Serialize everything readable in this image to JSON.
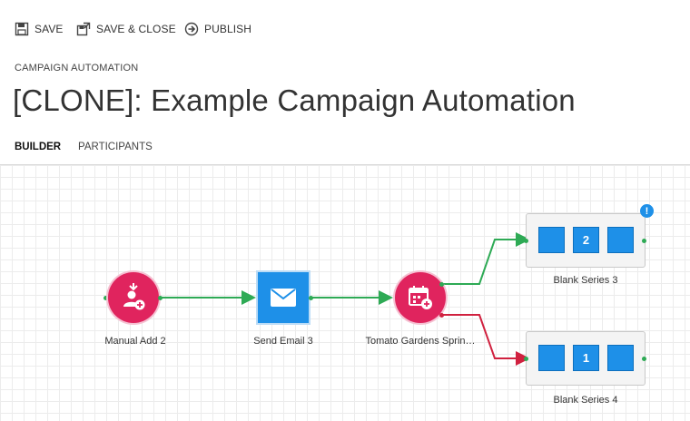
{
  "toolbar": {
    "save_label": "SAVE",
    "save_close_label": "SAVE & CLOSE",
    "publish_label": "PUBLISH"
  },
  "breadcrumb": "CAMPAIGN AUTOMATION",
  "page_title": "[CLONE]: Example Campaign Automation",
  "tabs": [
    {
      "label": "BUILDER",
      "active": true
    },
    {
      "label": "PARTICIPANTS",
      "active": false
    }
  ],
  "colors": {
    "success_wire": "#2eaa55",
    "failure_wire": "#d0213f",
    "trigger_node": "#e0245e",
    "action_node": "#1e90e8"
  },
  "nodes": {
    "manual_add": {
      "label": "Manual Add 2",
      "icon": "user-add-icon"
    },
    "send_email": {
      "label": "Send Email 3",
      "icon": "envelope-icon"
    },
    "tomato": {
      "label": "Tomato Gardens Sprin…",
      "icon": "calendar-add-icon"
    },
    "series_3": {
      "label": "Blank Series 3",
      "count": "2",
      "alert": "!"
    },
    "series_4": {
      "label": "Blank Series 4",
      "count": "1"
    }
  }
}
